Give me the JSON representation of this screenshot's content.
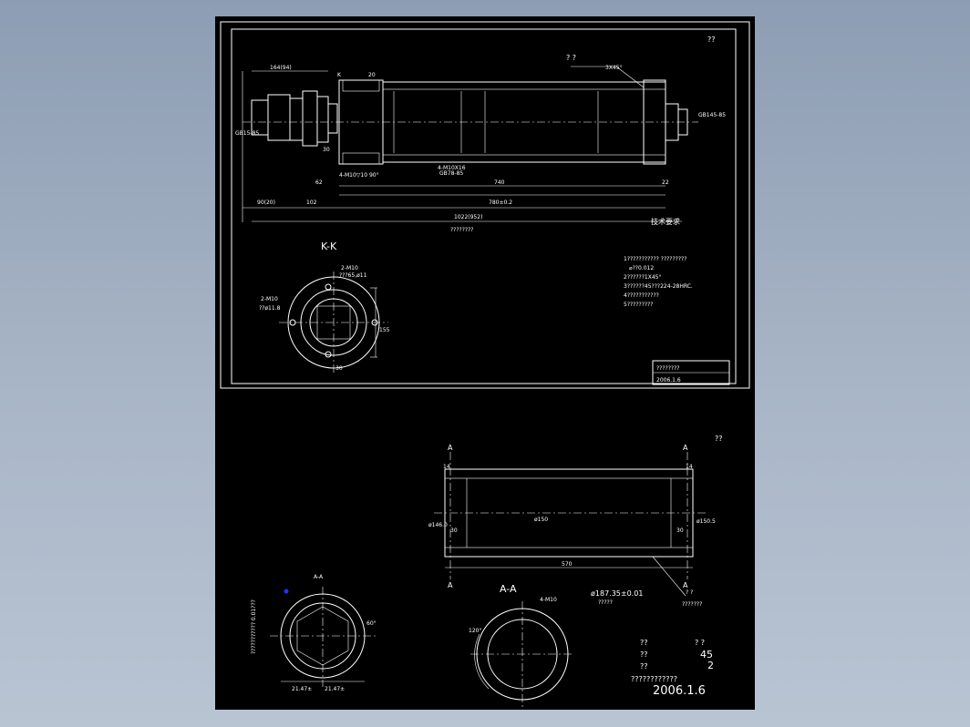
{
  "shaft": {
    "sections_label": "? ?",
    "top_right": "??",
    "chamfer": "3X45°",
    "dims": {
      "left_len": "164(94)",
      "k_mark": "K",
      "w20": "20",
      "gb_left": "GB15-85",
      "gb_right": "GB145-85",
      "d30": "30",
      "d62": "62",
      "d740": "740",
      "d22": "22",
      "d780": "780±0.2",
      "d90": "90(20)",
      "d102": "102",
      "d1022": "1022(952)",
      "bottom_label": "????????",
      "holes_label": "4-M10X16",
      "gb_holes": "GB78-85",
      "hole_depth": "4-M10▽10 90°"
    }
  },
  "tech": {
    "title": "技术要求",
    "lines": [
      "1???????????  ?????????",
      "⌀??0.012",
      "2??????1X45°",
      "3??????45???224-28HRC.",
      "4???????????",
      "5?????????"
    ]
  },
  "kk": {
    "title": "K-K",
    "label1": "2-M10",
    "label1b": "???65,ø11",
    "label2": "2-M10",
    "label2b": "??ø11.8",
    "dim155": "155",
    "dim30": "30"
  },
  "title_block": {
    "row1": "????????",
    "row2": "2006.1.6"
  },
  "sleeve": {
    "corner": "??",
    "a": "A",
    "d14": "14",
    "d30": "30",
    "d570": "570",
    "dia_mid": "ø150",
    "dia_left": "ø146.0",
    "dia_right": "ø150.5",
    "dia_note": "ø187.35±0.01",
    "note1": "?????",
    "note2": "? ?",
    "note3": "???????"
  },
  "section_aa_small": {
    "title": "A-A",
    "d1": "21.47±",
    "d2": "21.47±",
    "side": "??????????? 0.01???",
    "angle": "60°"
  },
  "section_aa": {
    "title": "A-A",
    "label": "4-M10",
    "angle": "120°"
  },
  "part_block": {
    "r1a": "??",
    "r1b": "? ?",
    "r2a": "??",
    "r2b": "45",
    "r3a": "??",
    "r3b": "2",
    "r4": "????????????",
    "date": "2006.1.6"
  }
}
